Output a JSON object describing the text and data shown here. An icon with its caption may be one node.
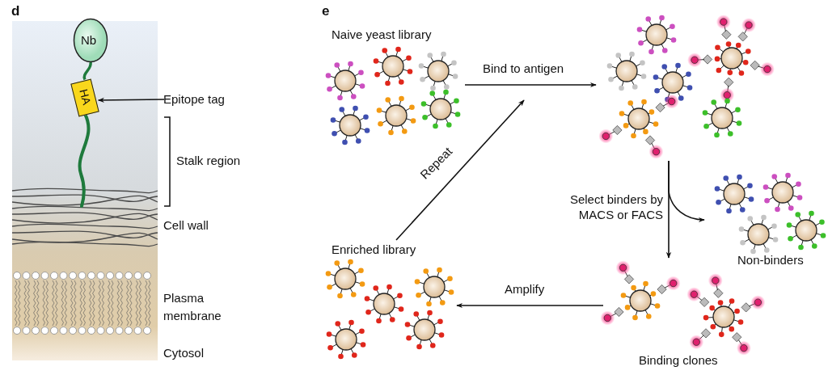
{
  "diagram": {
    "nodes": [
      {
        "text": [
          "Nb"
        ]
      },
      {
        "text": [
          "HA"
        ]
      },
      {
        "text": [
          "Epitope tag"
        ]
      },
      {
        "text": [
          "Naive yeast library"
        ]
      },
      {
        "text": [],
        "shape": "picture"
      },
      {
        "text": [
          "Non-binders"
        ]
      },
      {
        "text": [
          "Binding clones"
        ]
      },
      {
        "text": [
          "Enriched library"
        ]
      }
    ],
    "edges": [
      {
        "from": 0,
        "to": 1,
        "arrow": "none",
        "style": "thick",
        "color": "#1e7a3c"
      },
      {
        "from": 2,
        "to": 1,
        "arrow": "to"
      },
      {
        "from": 3,
        "to": 4,
        "arrow": "to",
        "label": "Bind to antigen"
      },
      {
        "from": 4,
        "to": 6,
        "arrow": "to",
        "label": "Select binders by MACS or FACS"
      },
      {
        "from": 4,
        "to": 5,
        "arrow": "to"
      },
      {
        "from": 6,
        "to": 7,
        "arrow": "to",
        "label": "Amplify"
      },
      {
        "from": 7,
        "to": null,
        "arrow": "to",
        "label": "Repeat"
      }
    ],
    "labels": [
      "d",
      "e",
      "Stalk region",
      "Cell wall",
      "Plasma membrane",
      "Cytosol"
    ]
  }
}
